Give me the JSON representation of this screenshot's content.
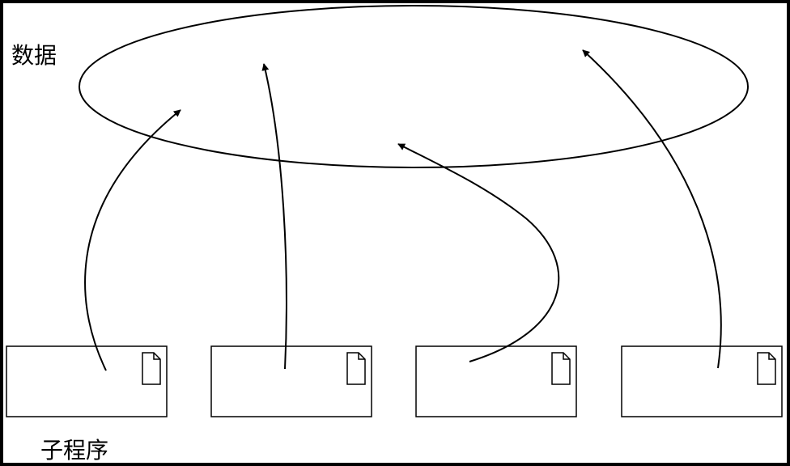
{
  "diagram": {
    "data_label": "数据",
    "subprogram_label": "子程序",
    "subprogram_count": 4,
    "colors": {
      "background": "#ffffff",
      "frame": "#000000",
      "stroke": "#000000"
    },
    "icons": [
      "document-icon"
    ]
  }
}
